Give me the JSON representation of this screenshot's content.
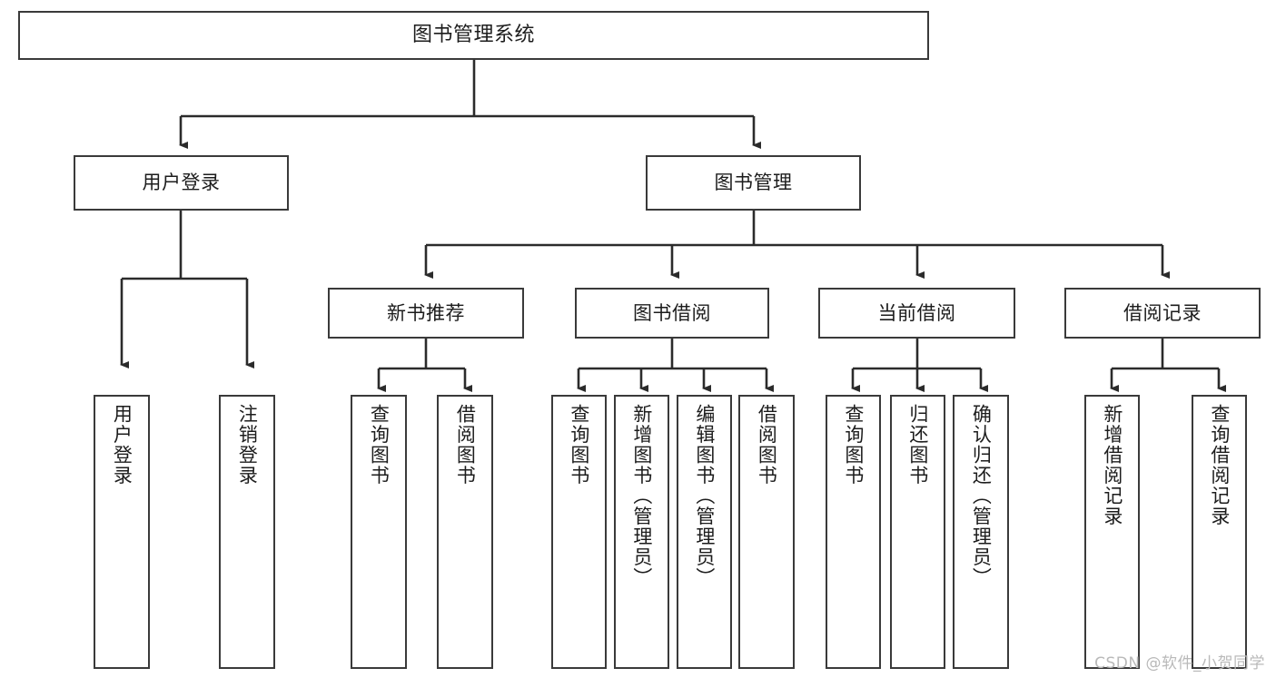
{
  "diagram": {
    "title": "图书管理系统",
    "type": "tree-hierarchy-chart",
    "watermark": "CSDN @软件_小贺同学",
    "colors": {
      "box_stroke": "#3a3a3a",
      "box_fill": "#ffffff",
      "connector": "#2b2b2b",
      "text": "#1c1c1c",
      "watermark": "#b9b9b9",
      "background": "#ffffff"
    }
  },
  "root": {
    "label": "图书管理系统"
  },
  "level2": [
    {
      "label": "用户登录"
    },
    {
      "label": "图书管理"
    }
  ],
  "level3": [
    {
      "label": "新书推荐"
    },
    {
      "label": "图书借阅"
    },
    {
      "label": "当前借阅"
    },
    {
      "label": "借阅记录"
    }
  ],
  "leaves": {
    "user_login": [
      {
        "label": "用户登录"
      },
      {
        "label": "注销登录"
      }
    ],
    "new_book": [
      {
        "label": "查询图书"
      },
      {
        "label": "借阅图书"
      }
    ],
    "book_borrow": [
      {
        "label": "查询图书"
      },
      {
        "label": "新增图书（管理员）"
      },
      {
        "label": "编辑图书（管理员）"
      },
      {
        "label": "借阅图书"
      }
    ],
    "current_borrow": [
      {
        "label": "查询图书"
      },
      {
        "label": "归还图书"
      },
      {
        "label": "确认归还（管理员）"
      }
    ],
    "borrow_record": [
      {
        "label": "新增借阅记录"
      },
      {
        "label": "查询借阅记录"
      }
    ]
  }
}
